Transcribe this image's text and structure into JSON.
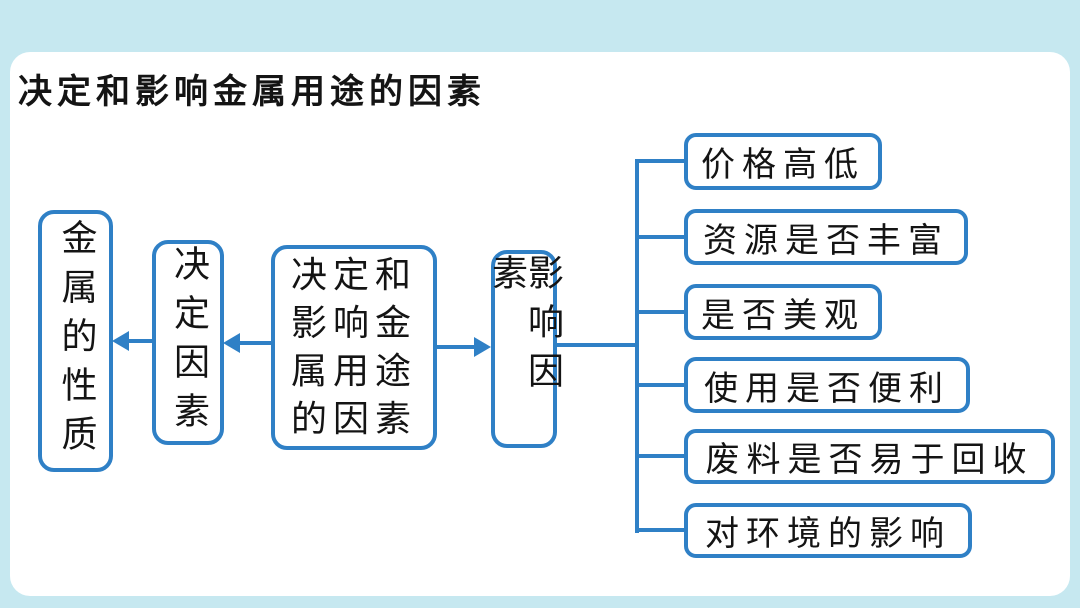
{
  "title": "决定和影响金属用途的因素",
  "colors": {
    "background": "#C6E8F0",
    "canvas": "#FFFFFF",
    "line": "#2F80C6",
    "text": "#141414"
  },
  "diagram": {
    "result_box": {
      "label": "金属的性质"
    },
    "determining_box": {
      "label": "决定因素"
    },
    "central_box": {
      "label": "决定和影响金属用途的因素",
      "lines": [
        "决定和",
        "影响金",
        "属用途",
        "的因素"
      ]
    },
    "influencing_box": {
      "label": "影响因素"
    },
    "factor_boxes": [
      "价格高低",
      "资源是否丰富",
      "是否美观",
      "使用是否便利",
      "废料是否易于回收",
      "对环境的影响"
    ]
  }
}
